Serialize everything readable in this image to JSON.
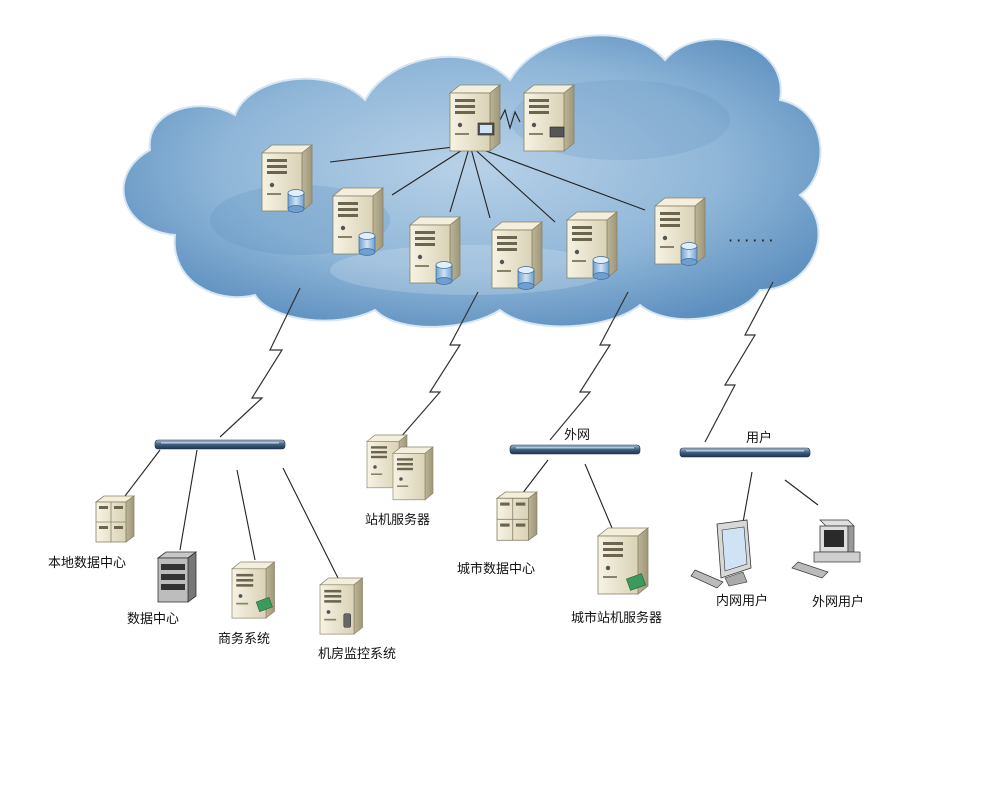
{
  "cloud": {
    "ellipsis": "······"
  },
  "labels": {
    "local_datacenter": "本地数据中心",
    "datacenter": "数据中心",
    "business_system": "商务系统",
    "machine_room_monitor": "机房监控系统",
    "station_server": "站机服务器",
    "external_network": "外网",
    "city_datacenter": "城市数据中心",
    "city_station_server": "城市站机服务器",
    "users": "用户",
    "intranet_user": "内网用户",
    "extranet_user": "外网用户"
  },
  "colors": {
    "cloud_fill": "#8fb6d8",
    "cloud_dark": "#5d8fbf",
    "server_beige": "#ece6cf",
    "switch_blue": "#3e5f80"
  }
}
